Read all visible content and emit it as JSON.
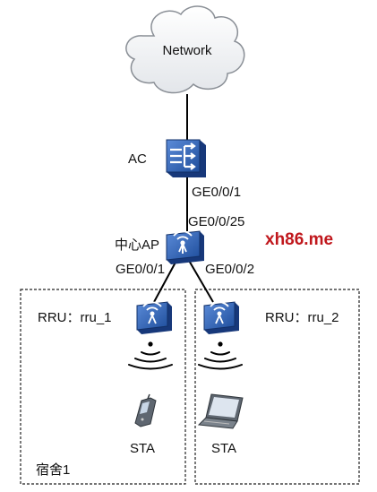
{
  "cloud": {
    "label": "Network"
  },
  "ac": {
    "label": "AC"
  },
  "link_ac_ap": {
    "ac_port": "GE0/0/1",
    "ap_port": "GE0/0/25"
  },
  "central_ap": {
    "label": "中心AP",
    "port_left": "GE0/0/1",
    "port_right": "GE0/0/2"
  },
  "rru_1": {
    "label": "RRU：rru_1"
  },
  "rru_2": {
    "label": "RRU：rru_2"
  },
  "sta_1": {
    "label": "STA",
    "icon": "mobile-phone-icon"
  },
  "sta_2": {
    "label": "STA",
    "icon": "laptop-icon"
  },
  "area": {
    "label": "宿舍1"
  },
  "watermark": {
    "text": "xh86.me"
  },
  "colors": {
    "device_blue": "#1f4e9c",
    "device_blue_light": "#5b8bd8",
    "line": "#000000",
    "watermark": "#c0171c"
  }
}
